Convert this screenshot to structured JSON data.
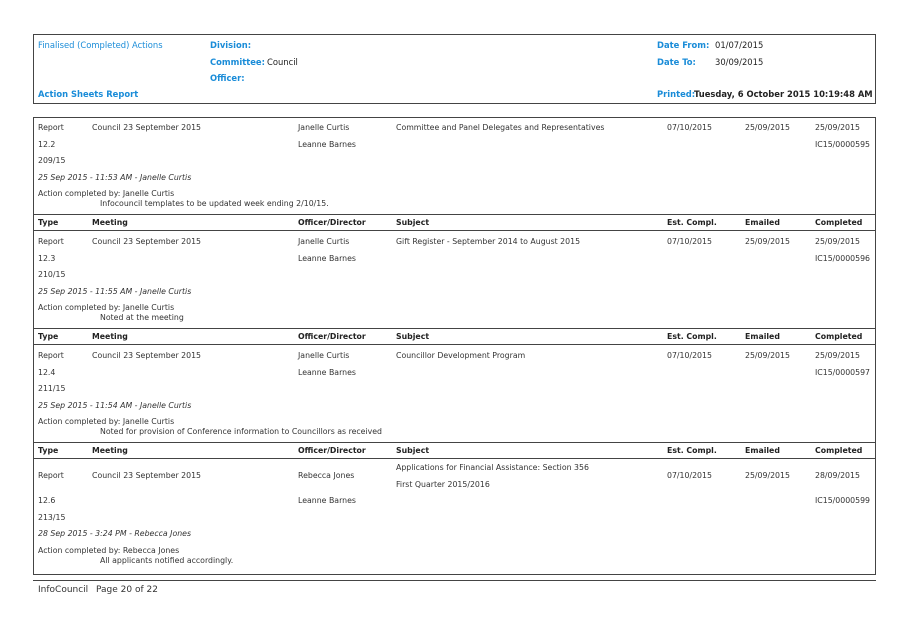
{
  "header": {
    "report_scope": "Finalised (Completed) Actions",
    "division_label": "Division:",
    "committee_label": "Committee:",
    "committee_value": "Council",
    "officer_label": "Officer:",
    "date_from_label": "Date From:",
    "date_from_value": "01/07/2015",
    "date_to_label": "Date To:",
    "date_to_value": "30/09/2015",
    "report_title": "Action Sheets Report",
    "printed_label": "Printed:",
    "printed_value": "Tuesday, 6 October 2015  10:19:48 AM"
  },
  "columns": {
    "type": "Type",
    "meeting": "Meeting",
    "officer": "Officer/Director",
    "subject": "Subject",
    "est_compl": "Est. Compl.",
    "emailed": "Emailed",
    "completed": "Completed"
  },
  "actions": [
    {
      "type": "Report",
      "meeting": "Council 23 September 2015",
      "officer": "Janelle Curtis",
      "director": "Leanne Barnes",
      "subject": "Committee and Panel Delegates and Representatives",
      "subject_line2": "",
      "est_compl": "07/10/2015",
      "emailed": "25/09/2015",
      "completed": "25/09/2015",
      "doc_ref": "IC15/0000595",
      "item_no": "12.2",
      "resolution_no": "209/15",
      "log_entry": "25 Sep 2015 - 11:53 AM - Janelle Curtis",
      "completed_by": "Action completed by: Janelle Curtis",
      "note": "Infocouncil templates to be updated week ending 2/10/15."
    },
    {
      "type": "Report",
      "meeting": "Council 23 September 2015",
      "officer": "Janelle Curtis",
      "director": "Leanne Barnes",
      "subject": "Gift Register - September 2014 to August 2015",
      "subject_line2": "",
      "est_compl": "07/10/2015",
      "emailed": "25/09/2015",
      "completed": "25/09/2015",
      "doc_ref": "IC15/0000596",
      "item_no": "12.3",
      "resolution_no": "210/15",
      "log_entry": "25 Sep 2015 - 11:55 AM - Janelle Curtis",
      "completed_by": "Action completed by: Janelle Curtis",
      "note": "Noted at the meeting"
    },
    {
      "type": "Report",
      "meeting": "Council 23 September 2015",
      "officer": "Janelle Curtis",
      "director": "Leanne Barnes",
      "subject": "Councillor Development Program",
      "subject_line2": "",
      "est_compl": "07/10/2015",
      "emailed": "25/09/2015",
      "completed": "25/09/2015",
      "doc_ref": "IC15/0000597",
      "item_no": "12.4",
      "resolution_no": "211/15",
      "log_entry": "25 Sep 2015 - 11:54 AM - Janelle Curtis",
      "completed_by": "Action completed by: Janelle Curtis",
      "note": "Noted for provision of Conference information to Councillors as received"
    },
    {
      "type": "Report",
      "meeting": "Council 23 September 2015",
      "officer": "Rebecca Jones",
      "director": "Leanne Barnes",
      "subject": "Applications for Financial Assistance: Section 356",
      "subject_line2": "First Quarter 2015/2016",
      "est_compl": "07/10/2015",
      "emailed": "25/09/2015",
      "completed": "28/09/2015",
      "doc_ref": "IC15/0000599",
      "item_no": "12.6",
      "resolution_no": "213/15",
      "log_entry": "28 Sep 2015 - 3:24 PM - Rebecca Jones",
      "completed_by": "Action completed by: Rebecca Jones",
      "note": "All applicants notified accordingly."
    }
  ],
  "footer": {
    "brand": "InfoCouncil",
    "page": "Page 20 of 22"
  }
}
